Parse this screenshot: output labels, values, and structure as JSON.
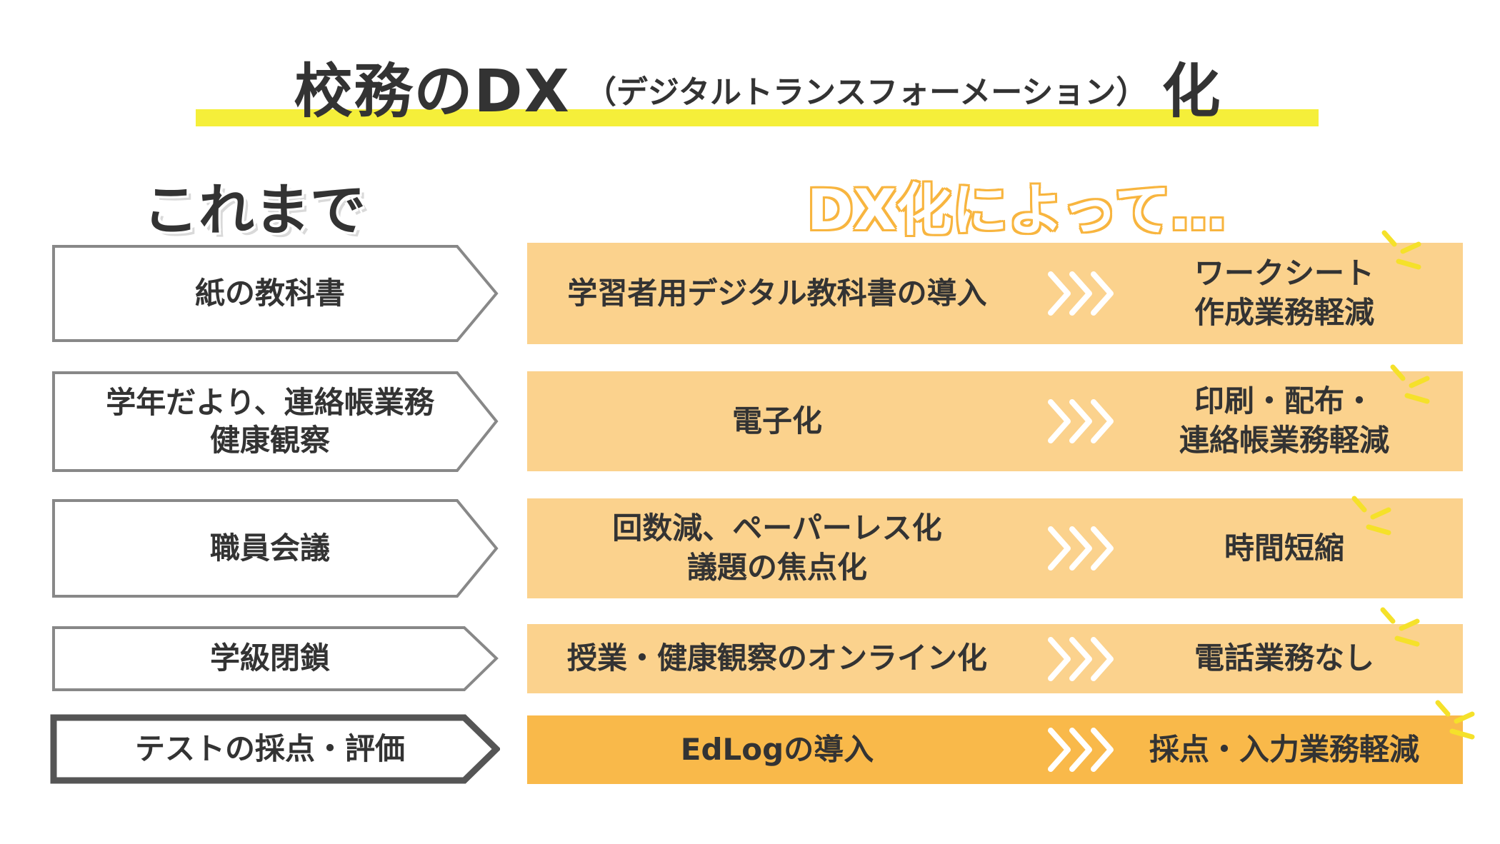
{
  "title": {
    "main": "校務のDX",
    "sub": "（デジタルトランスフォーメーション）",
    "suffix": "化"
  },
  "left_header": "これまで",
  "right_header": "DX化によって…",
  "colors": {
    "title_underline": "#f5ef3a",
    "band": "#fbd28d",
    "band_highlight": "#f9b94a",
    "accent_text": "#f8b53f",
    "arrow_border": "#888888",
    "arrow_border_highlight": "#555555"
  },
  "rows": [
    {
      "before": "紙の教科書",
      "change": "学習者用デジタル教科書の導入",
      "result": "ワークシート\n作成業務軽減"
    },
    {
      "before": "学年だより、連絡帳業務\n健康観察",
      "change": "電子化",
      "result": "印刷・配布・\n連絡帳業務軽減"
    },
    {
      "before": "職員会議",
      "change": "回数減、ペーパーレス化\n議題の焦点化",
      "result": "時間短縮"
    },
    {
      "before": "学級閉鎖",
      "change": "授業・健康観察のオンライン化",
      "result": "電話業務なし"
    },
    {
      "before": "テストの採点・評価",
      "change": "EdLogの導入",
      "result": "採点・入力業務軽減"
    }
  ]
}
